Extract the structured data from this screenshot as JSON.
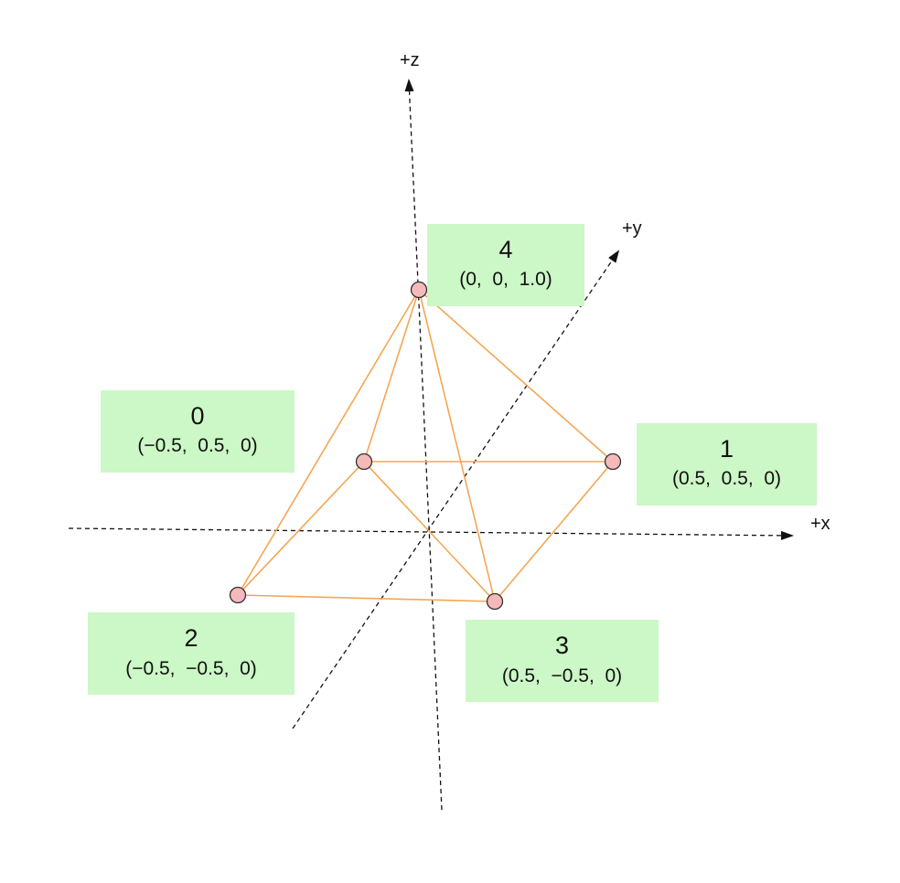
{
  "axes": {
    "x_label": "+x",
    "y_label": "+y",
    "z_label": "+z"
  },
  "colors": {
    "edge": "#f3a754",
    "vertex_fill": "#f6b9b9",
    "label_background": "#ccf7c6",
    "axis": "#111111"
  },
  "vertices": [
    {
      "index": "0",
      "coords": "(−0.5,  0.5,  0)"
    },
    {
      "index": "1",
      "coords": "(0.5,  0.5,  0)"
    },
    {
      "index": "2",
      "coords": "(−0.5,  −0.5,  0)"
    },
    {
      "index": "3",
      "coords": "(0.5,  −0.5,  0)"
    },
    {
      "index": "4",
      "coords": "(0,  0,  1.0)"
    }
  ],
  "edges": [
    [
      "0",
      "1"
    ],
    [
      "1",
      "3"
    ],
    [
      "3",
      "2"
    ],
    [
      "2",
      "0"
    ],
    [
      "0",
      "3"
    ],
    [
      "4",
      "0"
    ],
    [
      "4",
      "1"
    ],
    [
      "4",
      "2"
    ],
    [
      "4",
      "3"
    ]
  ]
}
